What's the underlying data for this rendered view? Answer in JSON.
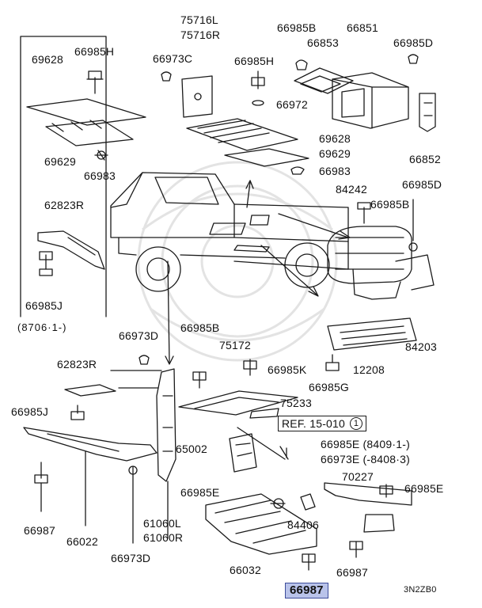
{
  "labels": {
    "p75716l": "75716L",
    "p75716r": "75716R",
    "p66985b_top": "66985B",
    "p66851": "66851",
    "p66853": "66853",
    "p66985d_top": "66985D",
    "p69628_left": "69628",
    "p66985h_left": "66985H",
    "p66973c": "66973C",
    "p66985h_mid": "66985H",
    "p66972": "66972",
    "p66852": "66852",
    "p69628_mid": "69628",
    "p69629_mid": "69629",
    "p69629_left": "69629",
    "p66983_left": "66983",
    "p66983_mid": "66983",
    "p84242": "84242",
    "p66985d_right": "66985D",
    "p62823r_top": "62823R",
    "p66985b_right": "66985B",
    "p66985j_top": "66985J",
    "date_range_top": "(8706·1-)",
    "p84203": "84203",
    "p66973d_top": "66973D",
    "p66985b_mid": "66985B",
    "p75172": "75172",
    "p62823r_mid": "62823R",
    "p66985k": "66985K",
    "p12208": "12208",
    "p66985g": "66985G",
    "p75233": "75233",
    "p66985j_mid": "66985J",
    "ref_text": "REF. 15-010",
    "ref_num": "1",
    "p65002": "65002",
    "p66985e_right": "66985E (8409·1-)",
    "p66973e": "66973E (-8408·3)",
    "p70227": "70227",
    "p66985e_far": "66985E",
    "p66985e_mid": "66985E",
    "p84406": "84406",
    "p66987_left": "66987",
    "p66022": "66022",
    "p61060l": "61060L",
    "p61060r": "61060R",
    "p66973d_bottom": "66973D",
    "p66032": "66032",
    "p66987_right": "66987",
    "p66987_highlight": "66987",
    "diagram_code": "3N2ZB0"
  },
  "colors": {
    "line": "#1a1a1a",
    "highlight_fill": "#b9c3ea",
    "highlight_border": "#3d4c9a",
    "watermark": "#e4e4e4"
  }
}
